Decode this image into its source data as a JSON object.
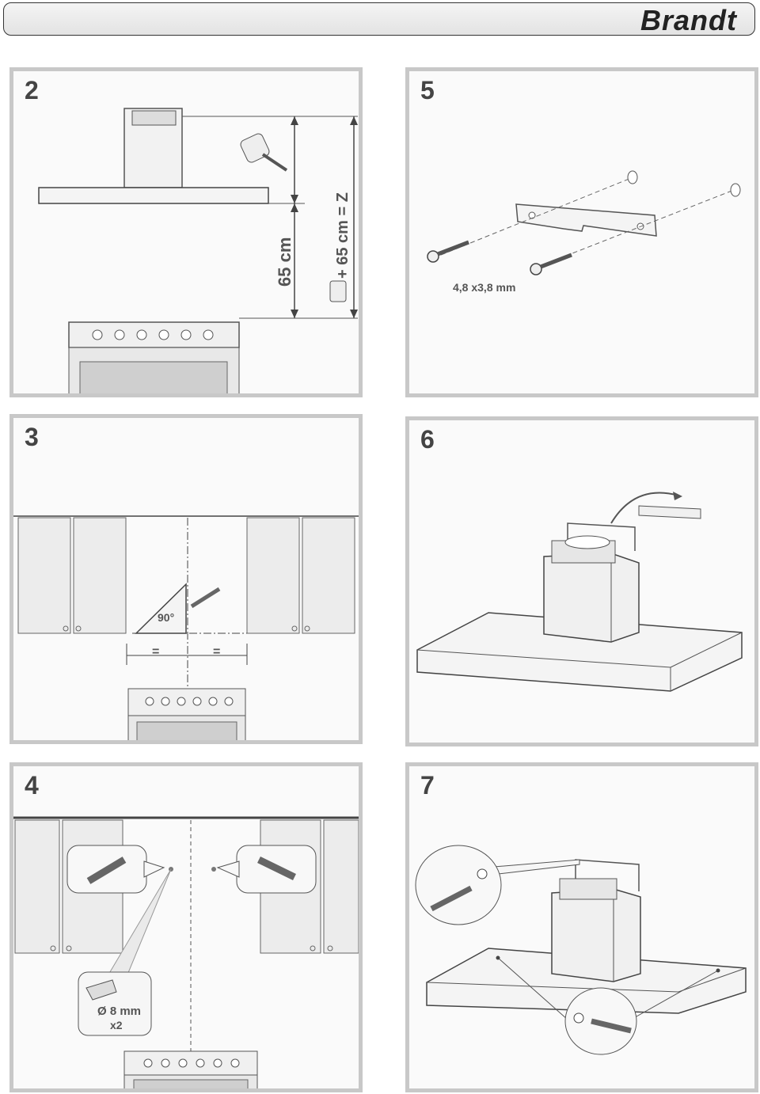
{
  "header": {
    "brand": "Brandt"
  },
  "panels": [
    {
      "step": "2",
      "dim_small": "65 cm",
      "dim_large": "+ 65 cm = Z"
    },
    {
      "step": "5",
      "screw_label": "4,8 x3,8 mm"
    },
    {
      "step": "3",
      "angle_label": "90°",
      "equal_left": "=",
      "equal_right": "="
    },
    {
      "step": "6"
    },
    {
      "step": "4",
      "drill_label": "Ø 8 mm",
      "drill_qty": "x2"
    },
    {
      "step": "7"
    }
  ]
}
